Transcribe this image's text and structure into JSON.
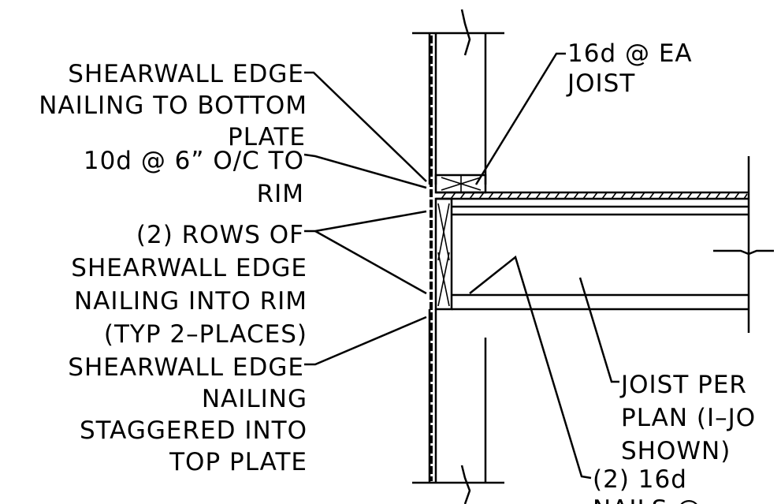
{
  "callouts": {
    "shearwall_bottom_plate": [
      "SHEARWALL EDGE",
      "NAILING TO BOTTOM",
      "PLATE"
    ],
    "rim_nailing": [
      "10d @ 6” O/C TO",
      "RIM"
    ],
    "rows_into_rim": [
      "(2) ROWS OF",
      "SHEARWALL EDGE",
      "NAILING INTO RIM",
      "(TYP 2–PLACES)"
    ],
    "staggered_top_plate": [
      "SHEARWALL EDGE",
      "NAILING",
      "STAGGERED INTO",
      "TOP PLATE"
    ],
    "joist_nails": [
      "16d @ EA",
      "JOIST"
    ],
    "joist_per_plan": [
      "JOIST PER",
      "PLAN (I–JO",
      "SHOWN)"
    ],
    "two_16d_nails": [
      "(2) 16d",
      "NAILS @"
    ]
  }
}
